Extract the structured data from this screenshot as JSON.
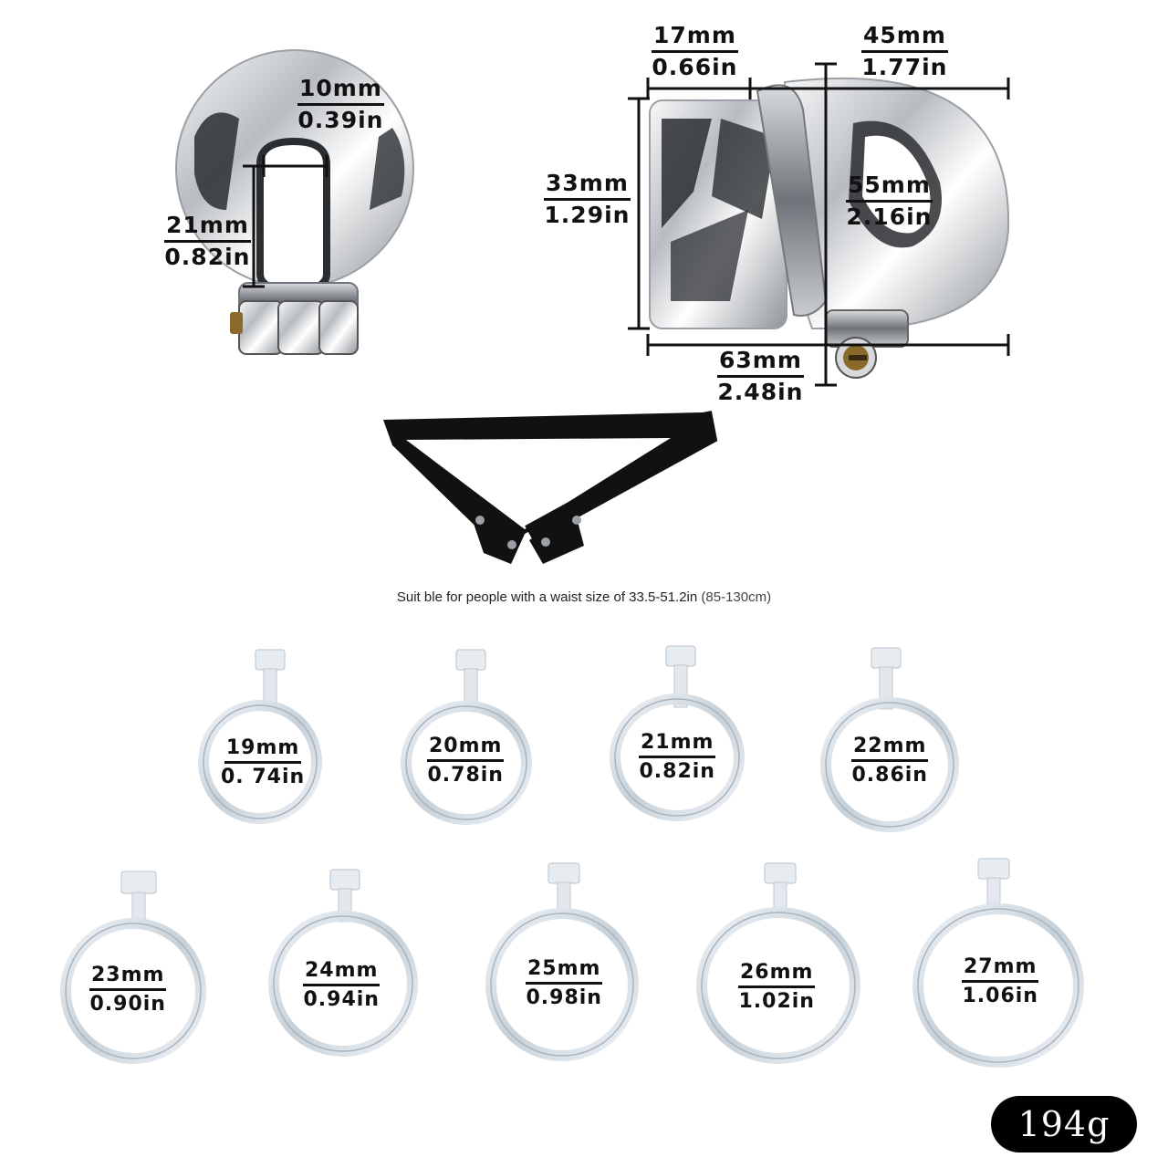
{
  "front_view": {
    "opening_width": {
      "mm": "10mm",
      "inch": "0.39in"
    },
    "opening_height": {
      "mm": "21mm",
      "inch": "0.82in"
    }
  },
  "side_view": {
    "base_length": {
      "mm": "17mm",
      "inch": "0.66in"
    },
    "cage_length": {
      "mm": "45mm",
      "inch": "1.77in"
    },
    "base_height": {
      "mm": "33mm",
      "inch": "1.29in"
    },
    "cage_height": {
      "mm": "55mm",
      "inch": "2.16in"
    },
    "total_length": {
      "mm": "63mm",
      "inch": "2.48in"
    }
  },
  "belt": {
    "caption": "Suit  ble for people with a waist size of 33.5-51.2in",
    "caption_metric": "(85-130cm)"
  },
  "rings": [
    {
      "mm": "19mm",
      "inch": "0. 74in"
    },
    {
      "mm": "20mm",
      "inch": "0.78in"
    },
    {
      "mm": "21mm",
      "inch": "0.82in"
    },
    {
      "mm": "22mm",
      "inch": "0.86in"
    },
    {
      "mm": "23mm",
      "inch": "0.90in"
    },
    {
      "mm": "24mm",
      "inch": "0.94in"
    },
    {
      "mm": "25mm",
      "inch": "0.98in"
    },
    {
      "mm": "26mm",
      "inch": "1.02in"
    },
    {
      "mm": "27mm",
      "inch": "1.06in"
    }
  ],
  "weight": "194g",
  "colors": {
    "metal": "#c9ccd0",
    "ring": "#dfe5ea",
    "belt": "#111111",
    "lock": "#8a6a2a"
  }
}
